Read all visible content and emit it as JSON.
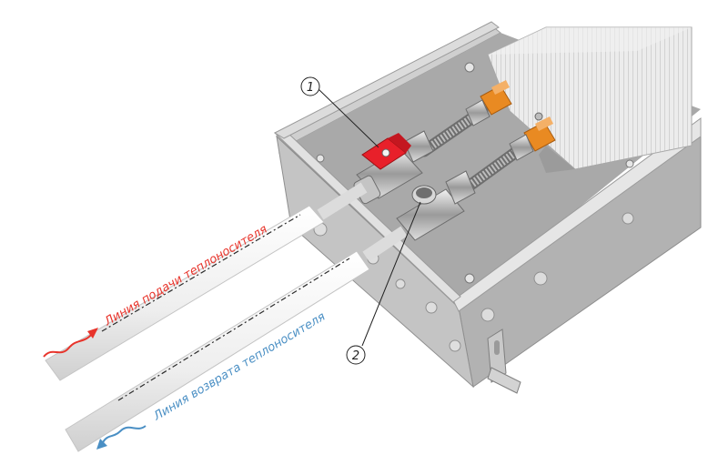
{
  "callouts": {
    "one": "1",
    "two": "2"
  },
  "labels": {
    "supply": "Линия подачи теплоносителя",
    "return": "Линия возврата теплоносителя"
  },
  "colors": {
    "supply": "#e8342b",
    "return": "#4a8fc4",
    "valve_handle": "#e8202a",
    "fitting_orange": "#e98a22",
    "housing": "#b9b9b9",
    "pipe": "#f2f2f2"
  },
  "icons": {
    "supply_arrow": "wavy-arrow-right-icon",
    "return_arrow": "wavy-arrow-left-icon"
  }
}
